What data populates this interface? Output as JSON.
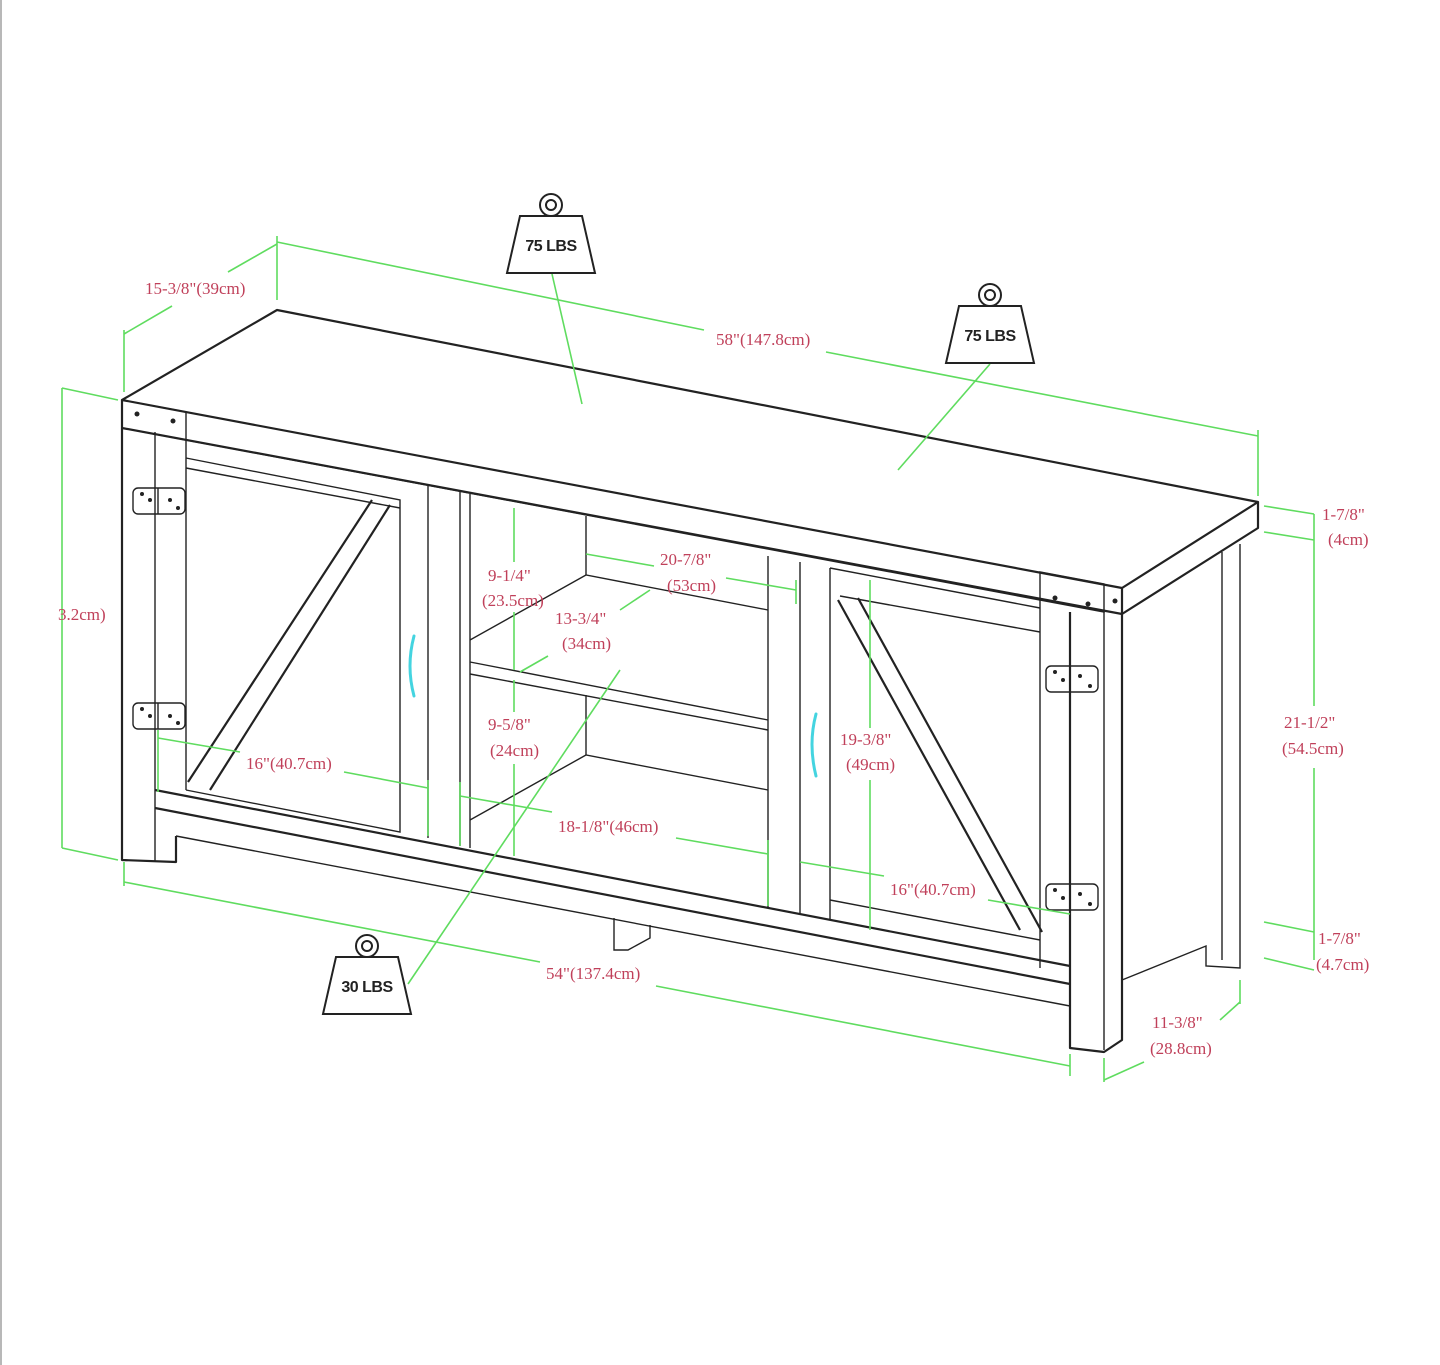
{
  "diagram": {
    "subject": "TV stand dimension diagram",
    "colors": {
      "outline": "#222222",
      "dimension_line": "#5fdc5f",
      "dimension_text": "#c0405a",
      "handle": "#44d4e0",
      "background": "#ffffff"
    },
    "weight_capacities": [
      {
        "id": "top-left",
        "label": "75 LBS"
      },
      {
        "id": "top-right",
        "label": "75 LBS"
      },
      {
        "id": "shelf",
        "label": "30 LBS"
      }
    ],
    "dimensions": {
      "depth_top": {
        "in": "15-3/8\"",
        "cm": "(39cm)",
        "text": "15-3/8\"(39cm)"
      },
      "width_top": {
        "text": "58\"(147.8cm)"
      },
      "height_overall": {
        "text": "3.2cm)"
      },
      "top_thickness": {
        "in": "1-7/8\"",
        "cm": "(4cm)"
      },
      "side_height": {
        "in": "21-1/2\"",
        "cm": "(54.5cm)"
      },
      "foot_height": {
        "in": "1-7/8\"",
        "cm": "(4.7cm)"
      },
      "base_depth": {
        "in": "11-3/8\"",
        "cm": "(28.8cm)"
      },
      "base_width": {
        "text": "54\"(137.4cm)"
      },
      "upper_opening_height": {
        "in": "9-1/4\"",
        "cm": "(23.5cm)"
      },
      "shelf_width": {
        "in": "20-7/8\"",
        "cm": "(53cm)"
      },
      "shelf_depth": {
        "in": "13-3/4\"",
        "cm": "(34cm)"
      },
      "lower_opening_height": {
        "in": "9-5/8\"",
        "cm": "(24cm)"
      },
      "left_door_width": {
        "text": "16\"(40.7cm)"
      },
      "center_opening_width": {
        "text": "18-1/8\"(46cm)"
      },
      "right_door_height": {
        "in": "19-3/8\"",
        "cm": "(49cm)"
      },
      "right_door_width": {
        "text": "16\"(40.7cm)"
      }
    }
  }
}
